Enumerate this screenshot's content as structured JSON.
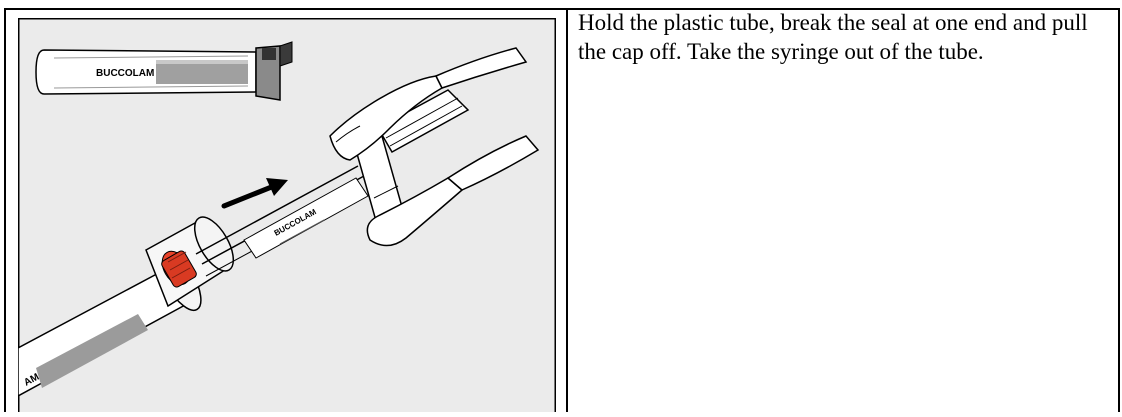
{
  "step": {
    "instruction": "Hold the plastic tube, break the seal at one end and pull the cap off. Take the syringe out of the tube."
  },
  "illustration": {
    "tube_brand_text": "BUCCOLAM",
    "syringe_brand_text": "BUCCOLAM",
    "partial_brand_text": "AM",
    "colors": {
      "background": "#ebebeb",
      "syringe_tip": "#e8432a",
      "outline": "#000000"
    }
  }
}
